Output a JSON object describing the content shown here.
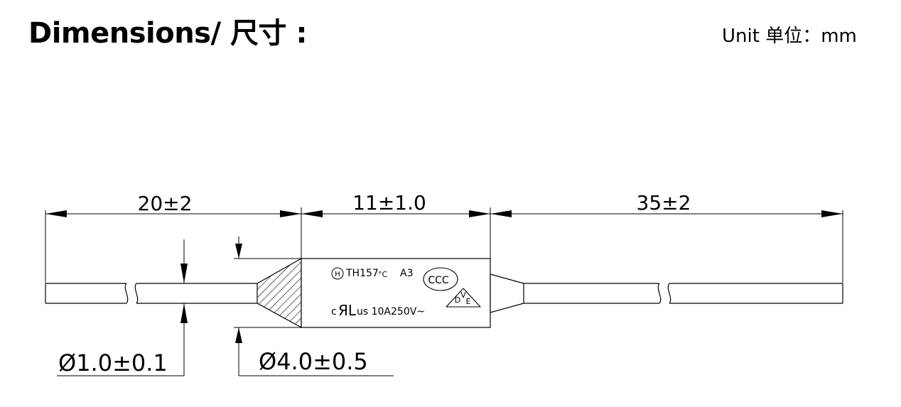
{
  "header": {
    "title": "Dimensions/ 尺寸 :",
    "unit": "Unit 单位：mm"
  },
  "dimensions": {
    "left_lead_length": "20±2",
    "body_length": "11±1.0",
    "right_lead_length": "35±2",
    "lead_diameter": "Ø1.0±0.1",
    "body_diameter": "Ø4.0±0.5"
  },
  "body_markings": {
    "h_symbol": "H",
    "model": "TH157",
    "temp_unit": "°C",
    "rating_class": "A3",
    "ccc_mark": "CCC",
    "c_prefix": "c",
    "ul_symbol": "ЯL",
    "us_rating": "us 10A250V~",
    "vde_top": "V",
    "vde_left": "D",
    "vde_right": "E"
  }
}
